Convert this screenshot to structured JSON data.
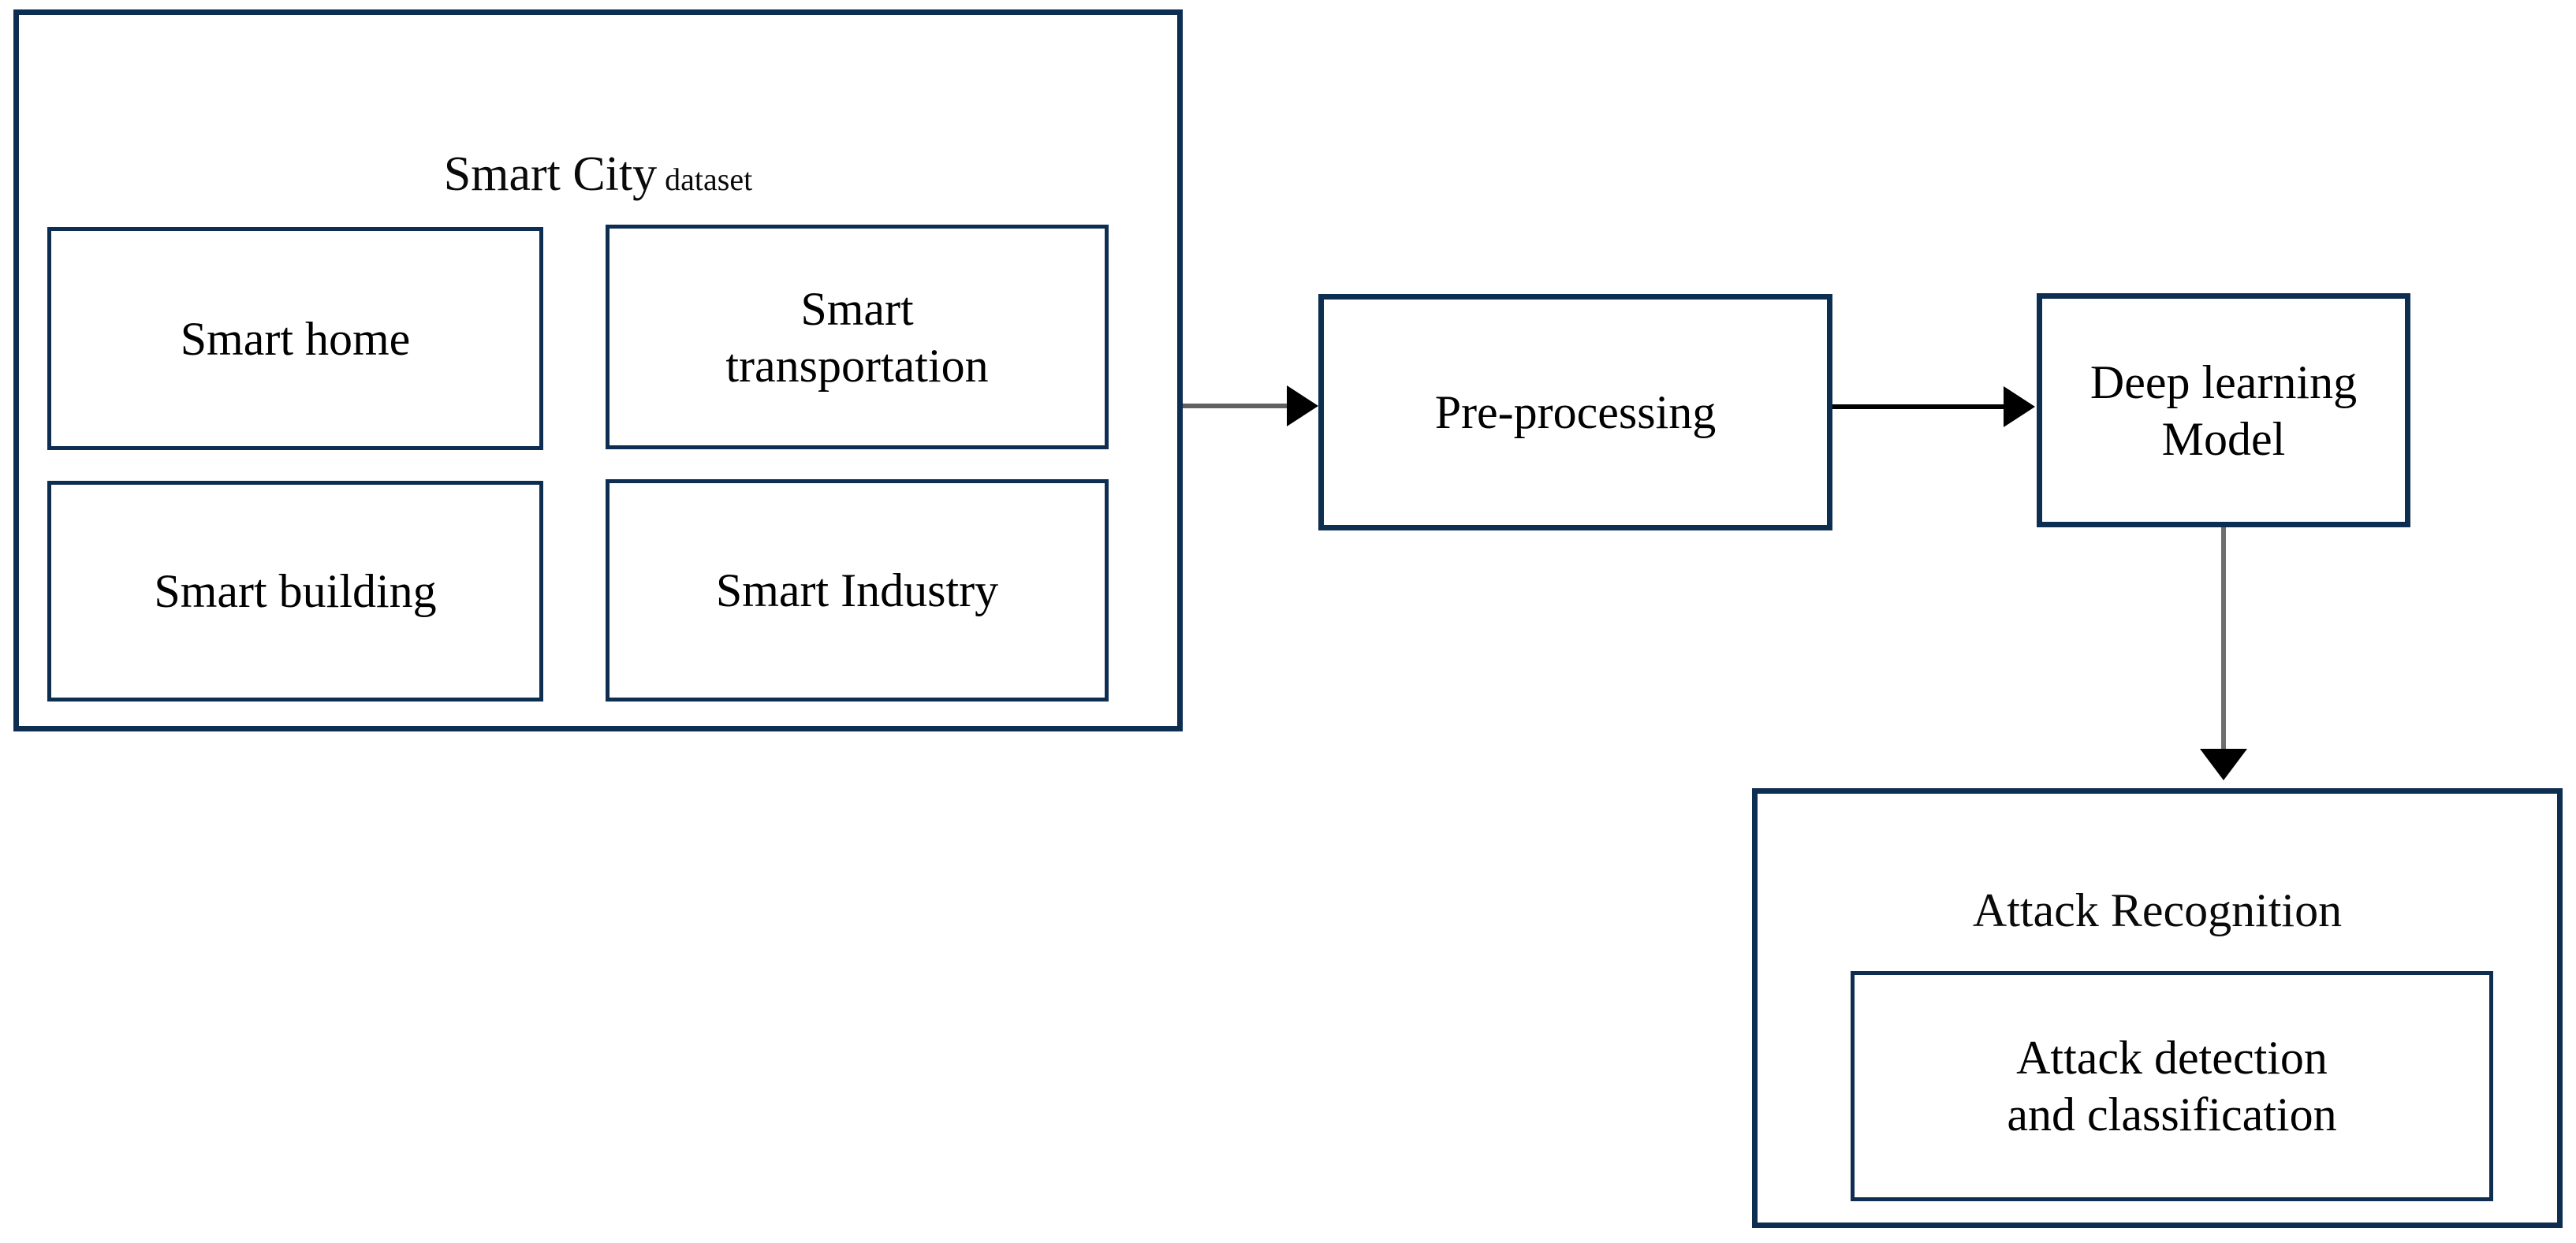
{
  "diagram": {
    "title": "Smart City dataset deep learning attack recognition pipeline",
    "colors": {
      "box_border": "#0d2d51",
      "text": "#0a0a0a",
      "arrow_gray": "#616161",
      "arrow_black": "#000000",
      "background": "#ffffff"
    },
    "smart_city": {
      "title_main": "Smart City",
      "title_suffix": " dataset",
      "sources": [
        {
          "id": "smart-home",
          "label": "Smart home"
        },
        {
          "id": "smart-transportation",
          "label": "Smart\ntransportation"
        },
        {
          "id": "smart-building",
          "label": "Smart building"
        },
        {
          "id": "smart-industry",
          "label": "Smart Industry"
        }
      ]
    },
    "preprocessing": {
      "label": "Pre-processing"
    },
    "model": {
      "label": "Deep learning\nModel"
    },
    "attack_recognition": {
      "title": "Attack Recognition",
      "inner_label": "Attack detection\nand classification"
    },
    "arrows": [
      {
        "id": "dataset-to-preprocessing",
        "from": "Smart City dataset",
        "to": "Pre-processing",
        "direction": "right",
        "color": "#616161"
      },
      {
        "id": "preprocessing-to-model",
        "from": "Pre-processing",
        "to": "Deep learning Model",
        "direction": "right",
        "color": "#000000"
      },
      {
        "id": "model-to-attack",
        "from": "Deep learning Model",
        "to": "Attack Recognition",
        "direction": "down",
        "color": "#6f6f6f"
      }
    ]
  }
}
